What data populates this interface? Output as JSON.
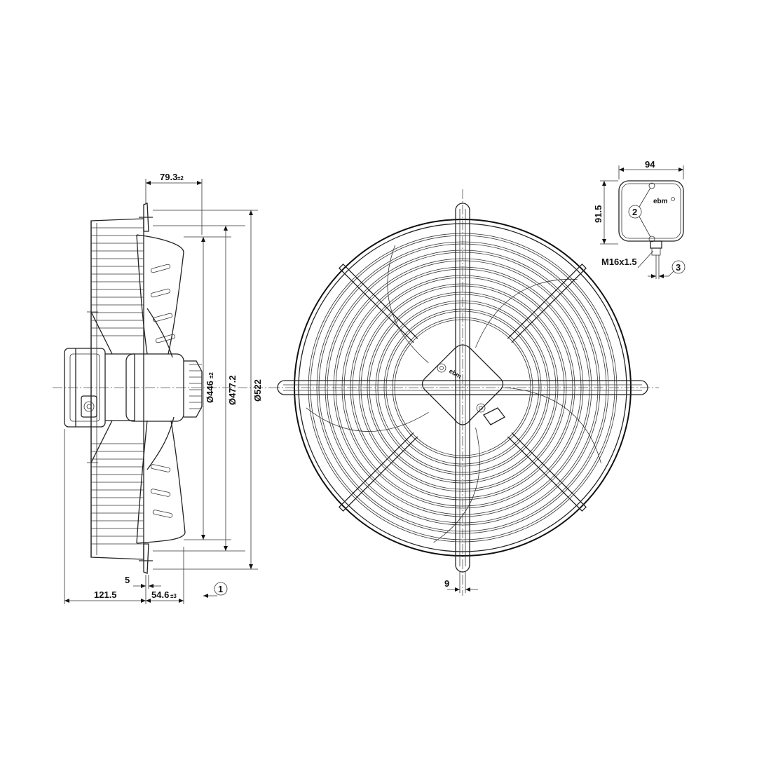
{
  "side_view": {
    "dim_depth_top": "79.3",
    "dim_depth_top_tol": "±2",
    "dim_diameter_inner": "Ø446",
    "dim_diameter_inner_tol": "±2",
    "dim_diameter_mid": "Ø477.2",
    "dim_diameter_outer": "Ø522",
    "dim_flange_thickness": "5",
    "dim_motor_depth": "121.5",
    "dim_offset": "54.6",
    "dim_offset_tol": "±3",
    "callout_airflow": "1"
  },
  "front_view": {
    "dim_bar_width": "9",
    "hub_logo": "ebm"
  },
  "terminal_box": {
    "dim_width": "94",
    "dim_height": "91.5",
    "thread_label": "M16x1.5",
    "callout_screws": "2",
    "callout_cable": "3",
    "logo": "ebm"
  }
}
